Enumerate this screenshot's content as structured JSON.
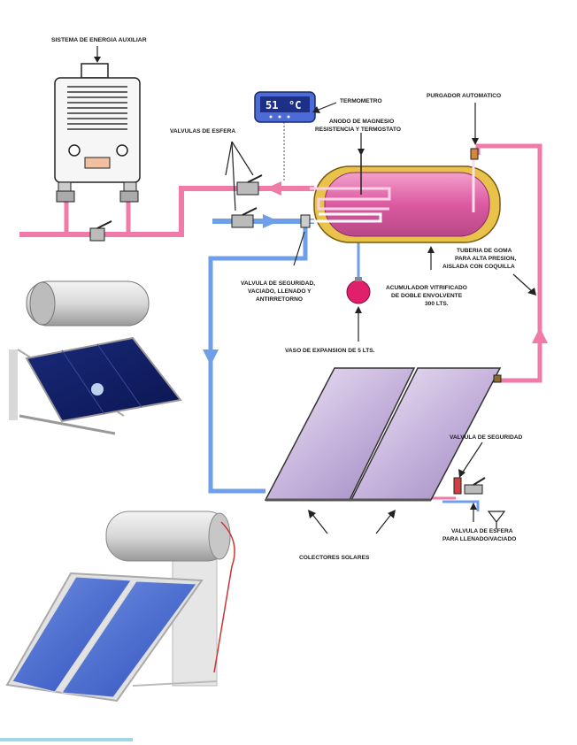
{
  "labels": {
    "auxiliary_system": "SISTEMA DE ENERGIA AUXILIAR",
    "thermometer": "TERMOMETRO",
    "auto_purger": "PURGADOR AUTOMATICO",
    "ball_valves": "VALVULAS DE ESFERA",
    "anode_line1": "ANODO DE MAGNESIO",
    "anode_line2": "RESISTENCIA Y TERMOSTATO",
    "hose_line1": "TUBERIA DE GOMA",
    "hose_line2": "PARA ALTA PRESION,",
    "hose_line3": "AISLADA CON COQUILLA",
    "safety_valve_fill_line1": "VALVULA DE SEGURIDAD,",
    "safety_valve_fill_line2": "VACIADO, LLENADO Y",
    "safety_valve_fill_line3": "ANTIRRETORNO",
    "accumulator_line1": "ACUMULADOR VITRIFICADO",
    "accumulator_line2": "DE DOBLE ENVOLVENTE",
    "accumulator_line3": "300 LTS.",
    "expansion_vessel": "VASO DE EXPANSION DE 5 LTS.",
    "safety_valve": "VALVULA DE SEGURIDAD",
    "ball_valve_fill_line1": "VALVULA DE ESFERA",
    "ball_valve_fill_line2": "PARA LLENADO/VACIADO",
    "solar_collectors": "COLECTORES SOLARES"
  },
  "thermometer_display": {
    "value": "51",
    "unit": "°C"
  },
  "colors": {
    "hot_pipe": "#f07aa8",
    "cold_pipe": "#6f9fe8",
    "tank_outer": "#e8c24a",
    "tank_inner": "#e26aa8",
    "panel": "#c9b6de",
    "thermometer_body": "#4d6bd6"
  }
}
